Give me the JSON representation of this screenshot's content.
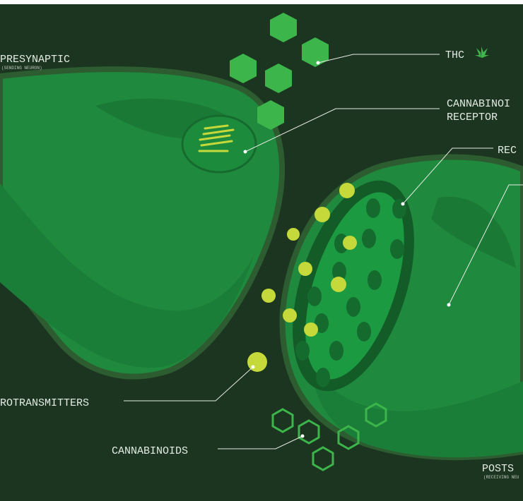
{
  "labels": {
    "presynaptic": "PRESYNAPTIC",
    "presynaptic_sub": "(SENDING NEURON)",
    "thc": "THC",
    "cannabinoid_receptor_1": "CANNABINOI",
    "cannabinoid_receptor_2": "RECEPTOR",
    "receptors": "REC",
    "neurotransmitters": "ROTRANSMITTERS",
    "cannabinoids": "CANNABINOIDS",
    "postsynaptic": "POSTS",
    "postsynaptic_sub": "(RECEIVING NEU"
  },
  "colors": {
    "background": "#1c3520",
    "neuron": "#1f8a3e",
    "thc": "#3cb54a",
    "neurotransmitter": "#c5d93a"
  }
}
